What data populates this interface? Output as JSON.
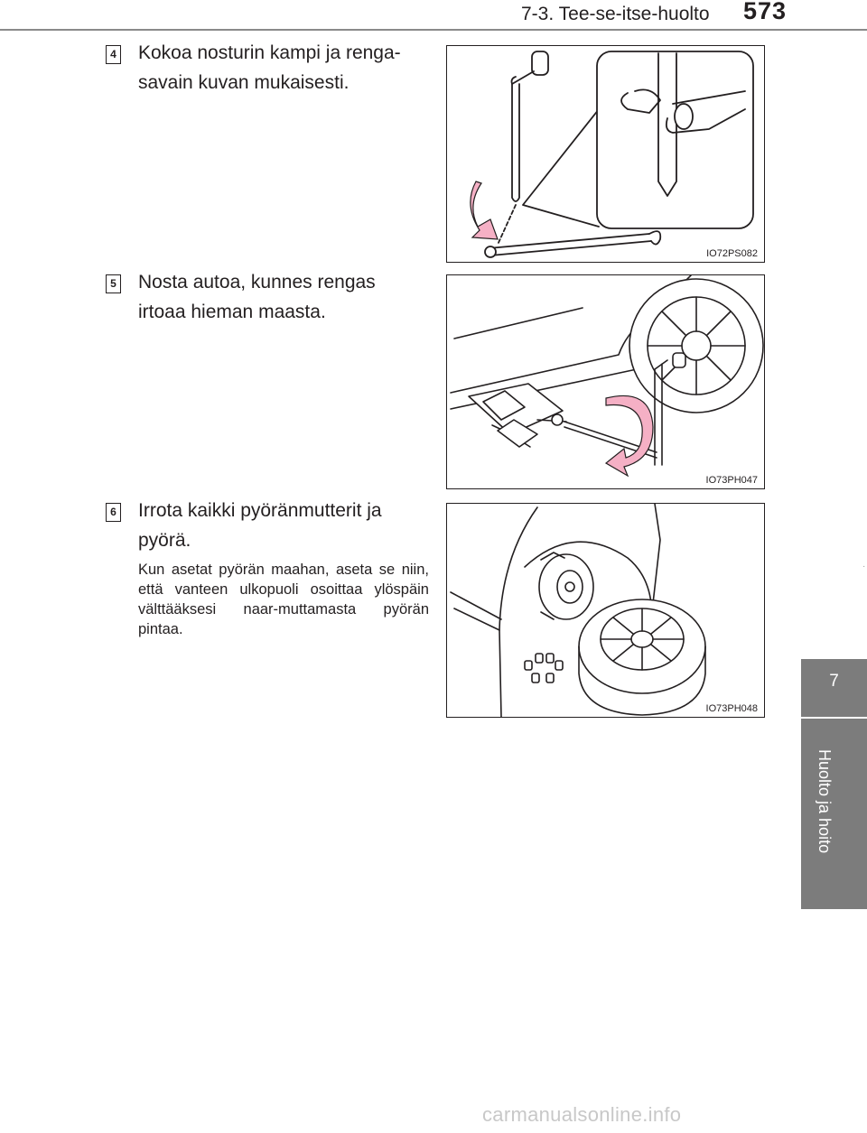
{
  "header": {
    "section_title": "7-3. Tee-se-itse-huolto",
    "page_number": "573"
  },
  "side_tab": {
    "chapter_number": "7",
    "chapter_title": "Huolto ja hoito"
  },
  "steps": [
    {
      "number": "4",
      "line1": "Kokoa nosturin kampi ja renga-",
      "line2": "savain kuvan mukaisesti."
    },
    {
      "number": "5",
      "line1": "Nosta autoa, kunnes rengas",
      "line2": "irtoaa hieman maasta."
    },
    {
      "number": "6",
      "line1": "Irrota kaikki pyöränmutterit ja",
      "line2": "pyörä.",
      "note": "Kun asetat pyörän maahan, aseta se niin, että vanteen ulkopuoli osoittaa ylöspäin välttääksesi naar-muttamasta pyörän pintaa."
    }
  ],
  "figures": [
    {
      "code": "IO72PS082",
      "icons": [
        "jack-handle-icon",
        "wheel-wrench-icon",
        "rotation-arrow-icon"
      ]
    },
    {
      "code": "IO73PH047",
      "icons": [
        "car-wheel-icon",
        "scissor-jack-icon",
        "rotation-arrow-icon"
      ]
    },
    {
      "code": "IO73PH048",
      "icons": [
        "brake-disc-icon",
        "spare-wheel-icon",
        "wheel-nut-icon"
      ]
    }
  ],
  "colors": {
    "tab_gray": "#7c7c7c",
    "arrow_pink": "#f5b0c5",
    "text": "#231f20"
  },
  "watermark": "carmanualsonline.info"
}
